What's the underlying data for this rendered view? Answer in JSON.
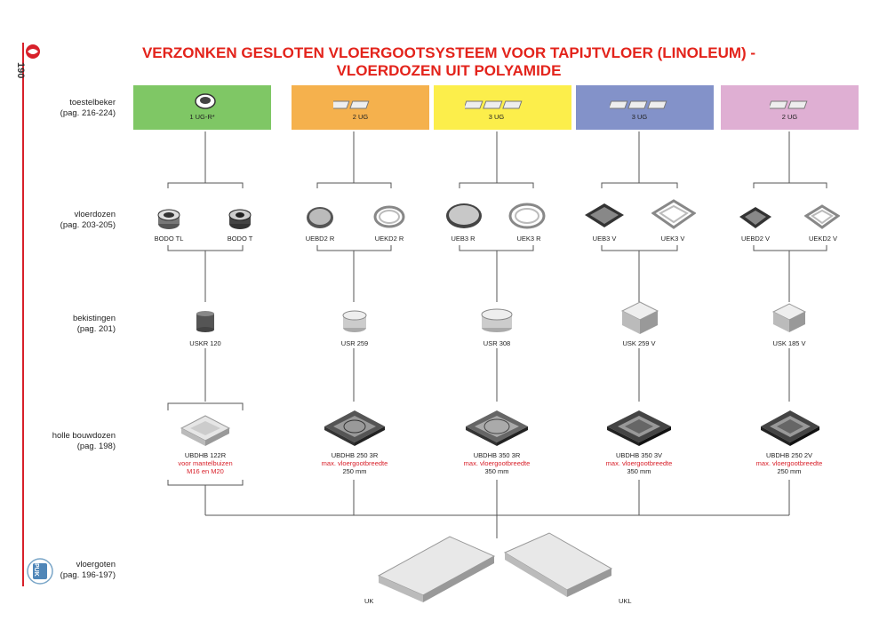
{
  "page_number": "190",
  "title_line1": "VERZONKEN GESLOTEN VLOERGOOTSYSTEEM VOOR TAPIJTVLOER (LINOLEUM) -",
  "title_line2": "VLOERDOZEN UIT POLYAMIDE",
  "colors": {
    "accent": "#e3231b",
    "box_green": "#7fc765",
    "box_orange": "#f5b14d",
    "box_yellow": "#fcee4b",
    "box_blue": "#8392c9",
    "box_pink": "#dfafd3"
  },
  "rows": {
    "toestelbeker": {
      "label": "toestelbeker",
      "pages": "(pag. 216-224)"
    },
    "vloerdozen": {
      "label": "vloerdozen",
      "pages": "(pag. 203-205)"
    },
    "bekistingen": {
      "label": "bekistingen",
      "pages": "(pag. 201)"
    },
    "holle": {
      "label": "holle bouwdozen",
      "pages": "(pag. 198)"
    },
    "vloergoten": {
      "label": "vloergoten",
      "pages": "(pag. 196-197)"
    }
  },
  "boxes": [
    "1 UG-R*",
    "2 UG",
    "3 UG",
    "3 UG",
    "2 UG"
  ],
  "vloerdozen": [
    "BODO TL",
    "BODO T",
    "UEBD2 R",
    "UEKD2 R",
    "UEB3 R",
    "UEK3 R",
    "UEB3 V",
    "UEK3 V",
    "UEBD2 V",
    "UEKD2 V"
  ],
  "bekistingen": [
    "USKR 120",
    "USR 259",
    "USR 308",
    "USK 259 V",
    "USK 185 V"
  ],
  "holle": [
    {
      "name": "UBDHB 122R",
      "l1": "voor mantelbuizen",
      "l2": "M16 en M20"
    },
    {
      "name": "UBDHB 250 3R",
      "l1": "max. vloergootbreedte",
      "l2": "250 mm"
    },
    {
      "name": "UBDHB 350 3R",
      "l1": "max. vloergootbreedte",
      "l2": "350 mm"
    },
    {
      "name": "UBDHB 350 3V",
      "l1": "max. vloergootbreedte",
      "l2": "350 mm"
    },
    {
      "name": "UBDHB 250 2V",
      "l1": "max. vloergootbreedte",
      "l2": "250 mm"
    }
  ],
  "goten": [
    "UK",
    "UKL"
  ],
  "logo_text": "PUK"
}
